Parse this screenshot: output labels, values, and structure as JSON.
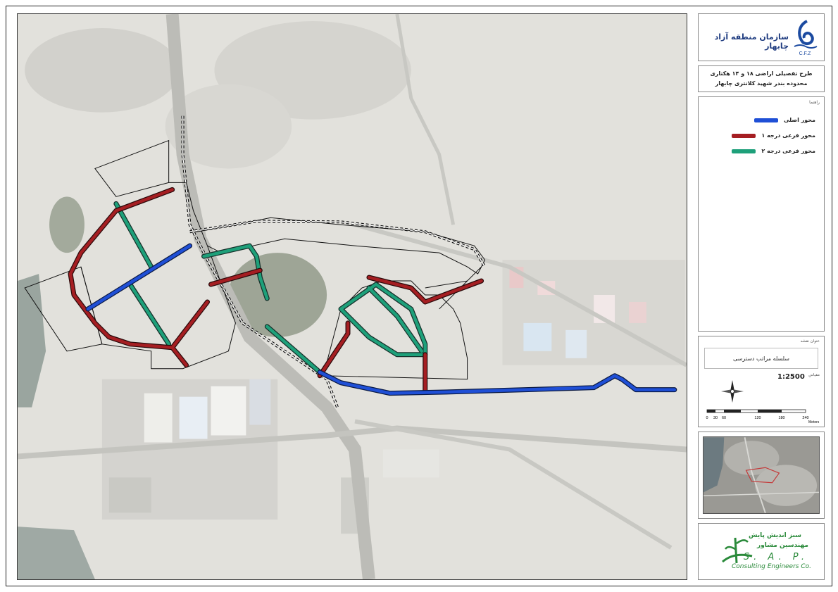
{
  "organization": {
    "name": "سازمان منطقه آزاد چابهار",
    "logo_caption": "C.F.Z"
  },
  "title": {
    "line1": "طرح تفصیلی اراضی ۱۸ و ۱۴ هکتاری",
    "line2": "محدوده بندر شهید کلانتری چابهار"
  },
  "legend": {
    "heading": "راهنما",
    "items": [
      {
        "label": "محور اصلی",
        "color": "#1f4fd6"
      },
      {
        "label": "محور فرعی درجه ۱",
        "color": "#a51e22"
      },
      {
        "label": "محور فرعی درجه ۲",
        "color": "#1ea07a"
      }
    ]
  },
  "sheet_info": {
    "heading": "عنوان نقشه",
    "map_title": "سلسله مراتب دسترسی",
    "scale_heading": "مقیاس",
    "scale": "1:2500",
    "scale_ticks": [
      "0",
      "30",
      "60",
      "120",
      "180",
      "240"
    ],
    "scale_unit": "Meters"
  },
  "firm": {
    "name_fa1": "سبز اندیش پایش",
    "name_fa2": "مهندسین مشاور",
    "abbr": "S. A. P.",
    "name_en": "Consulting Engineers Co."
  },
  "colors": {
    "main_axis": "#1f4fd6",
    "sub_axis_1": "#a51e22",
    "sub_axis_2": "#1ea07a",
    "boundary": "#111111"
  }
}
